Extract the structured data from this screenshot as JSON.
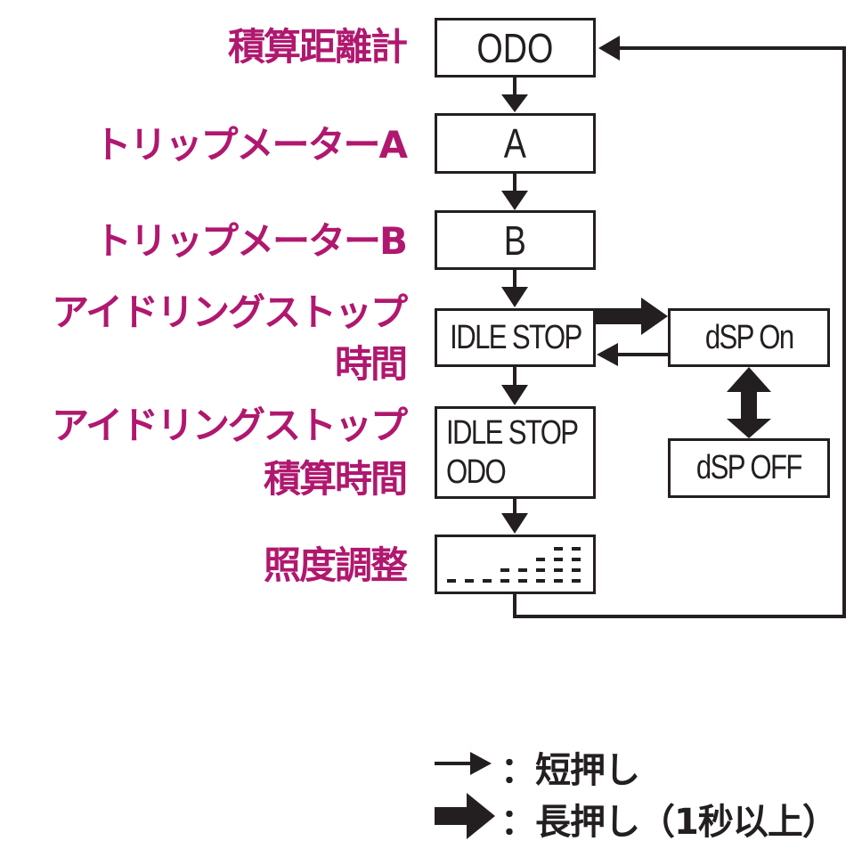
{
  "labels": {
    "odo": "積算距離計",
    "trip_a": "トリップメーターA",
    "trip_b": "トリップメーターB",
    "idle_time_line1": "アイドリングストップ",
    "idle_time_line2": "時間",
    "idle_total_line1": "アイドリングストップ",
    "idle_total_line2": "積算時間",
    "brightness": "照度調整"
  },
  "boxes": {
    "odo": "ODO",
    "a": "A",
    "b": "B",
    "idle_stop": "IDLE STOP",
    "idle_stop_odo_line1": "IDLE STOP",
    "idle_stop_odo_line2": "ODO",
    "dsp_on": "dSP On",
    "dsp_off": "dSP OFF"
  },
  "legend": {
    "short_press": "：短押し",
    "long_press": "：長押し（1秒以上）"
  },
  "colors": {
    "label": "#b0186f",
    "line": "#231f20"
  }
}
